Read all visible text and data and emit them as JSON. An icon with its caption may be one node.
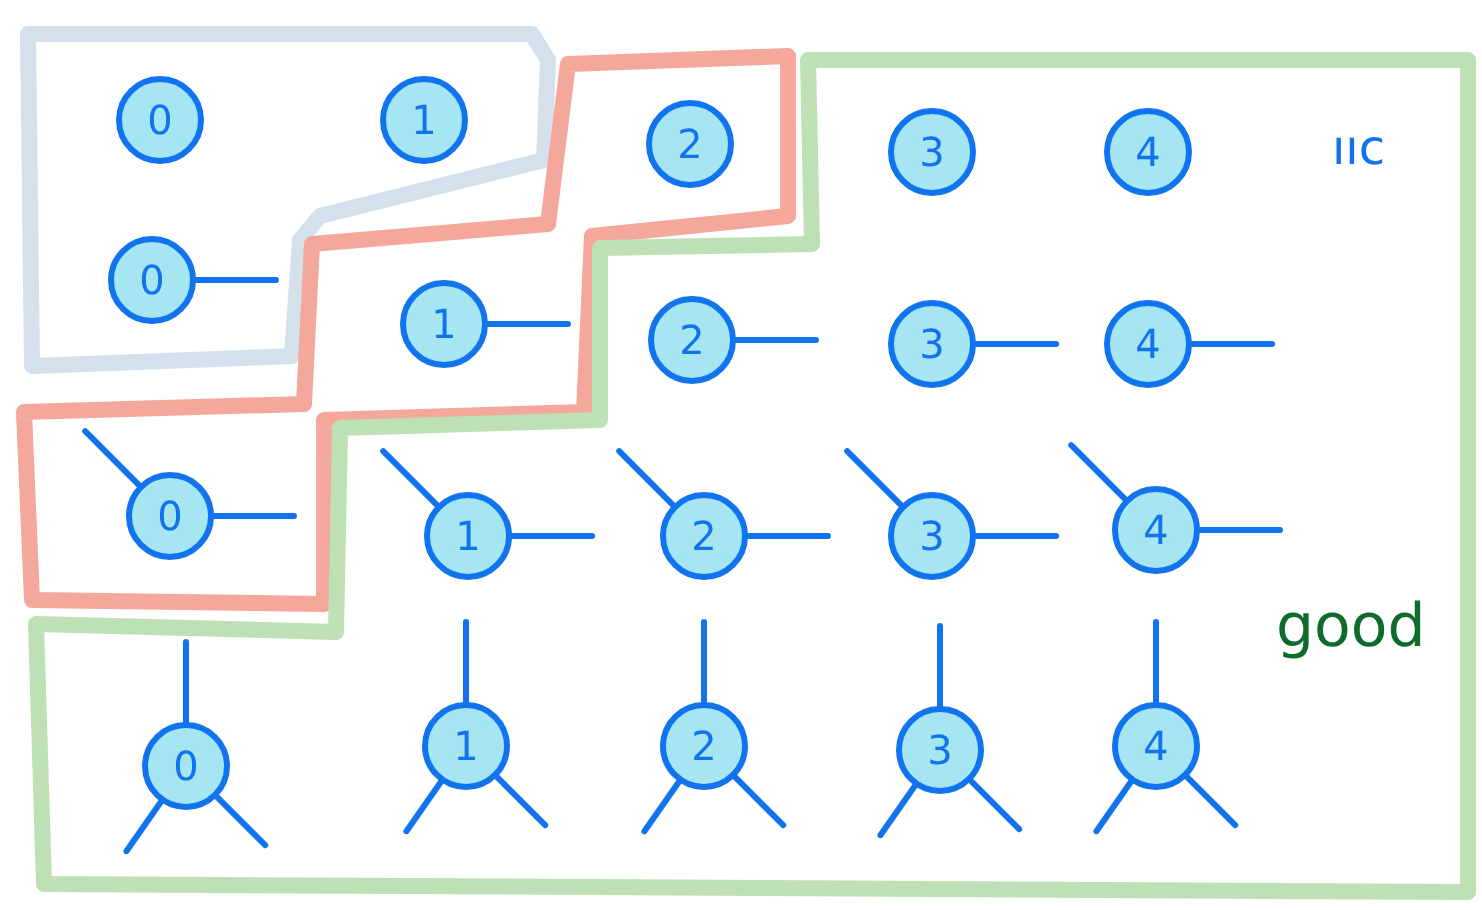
{
  "diagram": {
    "nodes": [
      {
        "text": [],
        "shape": "box"
      },
      {
        "text": [
          "0"
        ],
        "in": 0
      },
      {
        "text": [
          "1"
        ],
        "in": 0
      },
      {
        "text": [
          "0"
        ],
        "in": 0
      },
      {
        "text": [],
        "shape": "box"
      },
      {
        "text": [
          "2"
        ],
        "in": 4
      },
      {
        "text": [
          "1"
        ],
        "in": 4
      },
      {
        "text": [
          "0"
        ],
        "in": 4
      },
      {
        "text": [
          "good"
        ]
      },
      {
        "text": [
          "3"
        ],
        "in": 8
      },
      {
        "text": [
          "4"
        ],
        "in": 8
      },
      {
        "text": [
          "2"
        ],
        "in": 8
      },
      {
        "text": [
          "3"
        ],
        "in": 8
      },
      {
        "text": [
          "4"
        ],
        "in": 8
      },
      {
        "text": [
          "1"
        ],
        "in": 8
      },
      {
        "text": [
          "2"
        ],
        "in": 8
      },
      {
        "text": [
          "3"
        ],
        "in": 8
      },
      {
        "text": [
          "4"
        ],
        "in": 8
      },
      {
        "text": [
          "0"
        ],
        "in": 8
      },
      {
        "text": [
          "1"
        ],
        "in": 8
      },
      {
        "text": [
          "2"
        ],
        "in": 8
      },
      {
        "text": [
          "3"
        ],
        "in": 8
      },
      {
        "text": [
          "4"
        ],
        "in": 8
      }
    ],
    "edges": [
      {
        "from": 3,
        "to": null,
        "arrow": "none"
      },
      {
        "from": 6,
        "to": null,
        "arrow": "none"
      },
      {
        "from": 7,
        "to": null,
        "arrow": "none"
      },
      {
        "from": 7,
        "to": null,
        "arrow": "none"
      },
      {
        "from": 11,
        "to": null,
        "arrow": "none"
      },
      {
        "from": 12,
        "to": null,
        "arrow": "none"
      },
      {
        "from": 13,
        "to": null,
        "arrow": "none"
      },
      {
        "from": 14,
        "to": null,
        "arrow": "none"
      },
      {
        "from": 14,
        "to": null,
        "arrow": "none"
      },
      {
        "from": 15,
        "to": null,
        "arrow": "none"
      },
      {
        "from": 15,
        "to": null,
        "arrow": "none"
      },
      {
        "from": 16,
        "to": null,
        "arrow": "none"
      },
      {
        "from": 16,
        "to": null,
        "arrow": "none"
      },
      {
        "from": 17,
        "to": null,
        "arrow": "none"
      },
      {
        "from": 17,
        "to": null,
        "arrow": "none"
      },
      {
        "from": 18,
        "to": null,
        "arrow": "none"
      },
      {
        "from": 18,
        "to": null,
        "arrow": "none"
      },
      {
        "from": 18,
        "to": null,
        "arrow": "none"
      },
      {
        "from": 19,
        "to": null,
        "arrow": "none"
      },
      {
        "from": 19,
        "to": null,
        "arrow": "none"
      },
      {
        "from": 19,
        "to": null,
        "arrow": "none"
      },
      {
        "from": 20,
        "to": null,
        "arrow": "none"
      },
      {
        "from": 20,
        "to": null,
        "arrow": "none"
      },
      {
        "from": 20,
        "to": null,
        "arrow": "none"
      },
      {
        "from": 21,
        "to": null,
        "arrow": "none"
      },
      {
        "from": 21,
        "to": null,
        "arrow": "none"
      },
      {
        "from": 21,
        "to": null,
        "arrow": "none"
      },
      {
        "from": 22,
        "to": null,
        "arrow": "none"
      },
      {
        "from": 22,
        "to": null,
        "arrow": "none"
      },
      {
        "from": 22,
        "to": null,
        "arrow": "none"
      }
    ],
    "labels": [
      "ııc"
    ]
  }
}
